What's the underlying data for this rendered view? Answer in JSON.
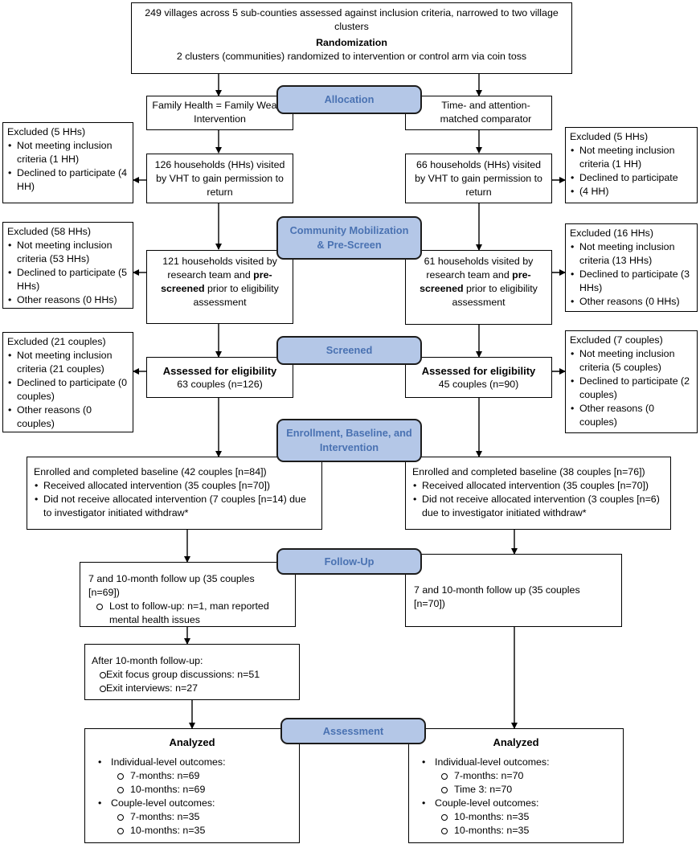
{
  "top": {
    "line1": "249 villages across 5 sub-counties assessed against inclusion criteria, narrowed to two village clusters",
    "title": "Randomization",
    "line2": "2 clusters (communities) randomized to intervention or control arm via coin toss"
  },
  "stages": {
    "allocation": "Allocation",
    "mobilization_1": "Community Mobilization",
    "mobilization_2": "& Pre-Screen",
    "screened": "Screened",
    "enrollment_1": "Enrollment, Baseline, and",
    "enrollment_2": "Intervention",
    "followup": "Follow-Up",
    "assessment": "Assessment"
  },
  "left": {
    "arm": "Family Health = Family Wealth Intervention",
    "households": "126 households (HHs) visited by VHT to gain permission to return",
    "prescreen_a": "121 households visited by research team and ",
    "prescreen_b": "pre-screened",
    "prescreen_c": " prior to eligibility assessment",
    "elig_title": "Assessed for eligibility",
    "elig_count": "63 couples (n=126)",
    "enroll_title": "Enrolled and completed baseline (42 couples [n=84])",
    "enroll_items": [
      "Received allocated intervention (35 couples [n=70])",
      "Did not receive allocated intervention (7 couples [n=14) due to investigator initiated withdraw*"
    ],
    "followup_title": "7 and 10-month follow up (35 couples [n=69])",
    "followup_items": [
      "Lost to follow-up: n=1, man reported mental health issues"
    ],
    "after_title": "After 10-month follow-up:",
    "after_items": [
      "Exit focus group discussions: n=51",
      "Exit interviews: n=27"
    ],
    "analyzed": "Analyzed",
    "ind_title": "Individual-level outcomes:",
    "ind_items": [
      "7-months: n=69",
      "10-months: n=69"
    ],
    "cpl_title": "Couple-level outcomes:",
    "cpl_items": [
      "7-months: n=35",
      "10-months: n=35"
    ]
  },
  "right": {
    "arm": "Time- and attention-matched comparator",
    "households": "66 households (HHs) visited by VHT to gain permission to return",
    "prescreen_a": "61 households visited by research team and ",
    "prescreen_b": "pre-screened",
    "prescreen_c": " prior to eligibility assessment",
    "elig_title": "Assessed for eligibility",
    "elig_count": "45 couples (n=90)",
    "enroll_title": "Enrolled and completed baseline (38 couples [n=76])",
    "enroll_items": [
      "Received allocated intervention (35 couples [n=70])",
      "Did not receive allocated intervention (3 couples [n=6) due to investigator initiated withdraw*"
    ],
    "followup_title": "7 and 10-month follow up (35 couples [n=70])",
    "analyzed": "Analyzed",
    "ind_title": "Individual-level outcomes:",
    "ind_items": [
      "7-months: n=70",
      "Time 3: n=70"
    ],
    "cpl_title": "Couple-level outcomes:",
    "cpl_items": [
      "10-months: n=35",
      "10-months: n=35"
    ]
  },
  "excluded": {
    "left_1": {
      "title": "Excluded (5 HHs)",
      "items": [
        "Not meeting inclusion criteria (1 HH)",
        "Declined to participate (4 HH)"
      ]
    },
    "right_1": {
      "title": "Excluded (5 HHs)",
      "items": [
        "Not meeting inclusion criteria (1 HH)",
        "Declined to participate",
        "(4 HH)"
      ]
    },
    "left_2": {
      "title": "Excluded (58 HHs)",
      "items": [
        "Not meeting inclusion criteria (53 HHs)",
        "Declined to participate (5 HHs)",
        "Other reasons (0 HHs)"
      ]
    },
    "right_2": {
      "title": "Excluded (16 HHs)",
      "items": [
        "Not meeting inclusion criteria (13 HHs)",
        "Declined to participate (3 HHs)",
        "Other reasons (0 HHs)"
      ]
    },
    "left_3": {
      "title": "Excluded (21 couples)",
      "items": [
        "Not meeting inclusion criteria (21 couples)",
        "Declined to participate (0 couples)",
        "Other reasons (0 couples)"
      ]
    },
    "right_3": {
      "title": "Excluded (7 couples)",
      "items": [
        "Not meeting inclusion criteria (5 couples)",
        "Declined to participate (2 couples)",
        "Other reasons (0 couples)"
      ]
    }
  }
}
